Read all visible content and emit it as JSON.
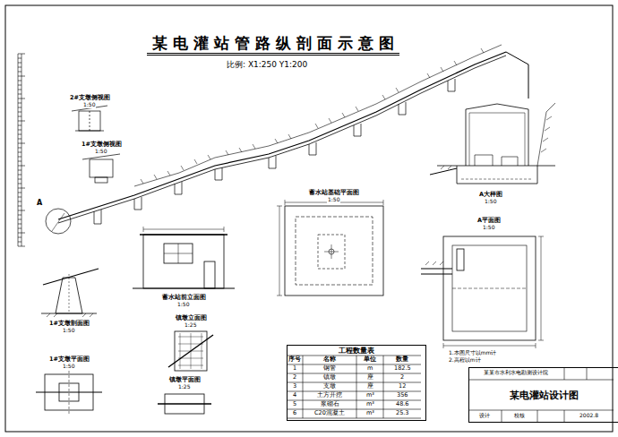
{
  "diagram": {
    "title": "某电灌站管路纵剖面示意图",
    "nodes": [
      {
        "text": [
          "工程数量表"
        ]
      },
      {
        "text": [
          "某电灌站设计图"
        ]
      }
    ],
    "labels": [
      "比例: X1:250 Y1:200",
      "2#支墩侧视图",
      "1:50",
      "1#支墩侧视图",
      "1:50",
      "A",
      "A大样图",
      "1:50",
      "蓄水站基础平面图",
      "1:50",
      "蓄水站前立面图",
      "1:50",
      "镇墩立面图",
      "1:25",
      "镇墩平面图",
      "1:25",
      "1#支墩剖面图",
      "1:50",
      "1#支墩平面图",
      "1:50",
      "A平面图",
      "1:50",
      "1.本图尺寸以mm计",
      "2.高程以m计",
      "序号",
      "名称",
      "单位",
      "数量",
      "1",
      "钢管",
      "m",
      "182.5",
      "2",
      "镇墩",
      "座",
      "2",
      "3",
      "支墩",
      "座",
      "12",
      "4",
      "土方开挖",
      "m³",
      "356",
      "5",
      "浆砌石",
      "m³",
      "48.6",
      "6",
      "C20混凝土",
      "m³",
      "25.3",
      "某某市水利水电勘测设计院",
      "设计",
      "校核",
      "2002.8"
    ]
  }
}
